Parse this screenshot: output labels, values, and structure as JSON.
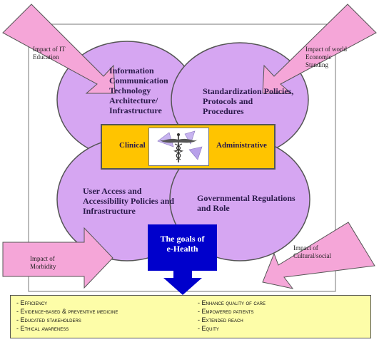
{
  "colors": {
    "petal": "#d6a6f2",
    "petal_stroke": "#555555",
    "impact_arrow": "#f5a6d8",
    "center_box": "#ffc400",
    "goals_box": "#0000cc",
    "outcomes_box": "#fdfda8"
  },
  "petals": {
    "top_left": "Information Communication Technology Architecture/ Infrastructure",
    "top_right": "Standardization Policies, Protocols and Procedures",
    "bottom_left": "User Access and Accessibility Policies and Infrastructure",
    "bottom_right": "Governmental Regulations and Role"
  },
  "center": {
    "left_label": "Clinical",
    "right_label": "Administrative",
    "icon": "caduceus-icon"
  },
  "impacts": {
    "top_left": "Impact of IT Education",
    "top_right": "Impact of world Economic Standing",
    "bottom_left": "Impact of Morbidity",
    "bottom_right": "Impact of Cultural/social"
  },
  "goals": {
    "line1": "The goals of",
    "line2": "e-Health"
  },
  "outcomes": {
    "left": [
      "- Efficiency",
      "- Evidence-based & preventive medicine",
      "- Educated stakeholders",
      "- Ethical awareness"
    ],
    "right": [
      "- Enhance quality of care",
      "- Empowered patients",
      "- Extended reach",
      "- Equity"
    ]
  }
}
